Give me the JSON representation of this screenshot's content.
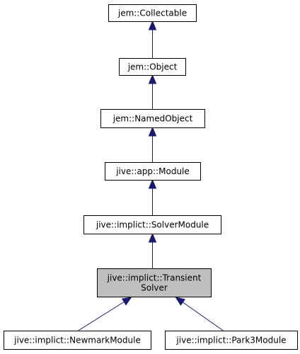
{
  "colors": {
    "edge": "#191970",
    "node_border": "#000000",
    "node_fill": "#ffffff",
    "focused_fill": "#bfbfbf"
  },
  "nodes": [
    {
      "id": "collectable",
      "lines": [
        "jem::Collectable"
      ],
      "focused": false,
      "link": true
    },
    {
      "id": "object",
      "lines": [
        "jem::Object"
      ],
      "focused": false,
      "link": true
    },
    {
      "id": "namedobject",
      "lines": [
        "jem::NamedObject"
      ],
      "focused": false,
      "link": true
    },
    {
      "id": "module",
      "lines": [
        "jive::app::Module"
      ],
      "focused": false,
      "link": true
    },
    {
      "id": "solvermodule",
      "lines": [
        "jive::implict::SolverModule"
      ],
      "focused": false,
      "link": true
    },
    {
      "id": "transientsolver",
      "lines": [
        "jive::implict::Transient",
        "Solver"
      ],
      "focused": true,
      "link": false
    },
    {
      "id": "newmarkmodule",
      "lines": [
        "jive::implict::NewmarkModule"
      ],
      "focused": false,
      "link": true
    },
    {
      "id": "park3module",
      "lines": [
        "jive::implict::Park3Module"
      ],
      "focused": false,
      "link": true
    }
  ],
  "edges": [
    {
      "from": "object",
      "to": "collectable"
    },
    {
      "from": "namedobject",
      "to": "object"
    },
    {
      "from": "module",
      "to": "namedobject"
    },
    {
      "from": "solvermodule",
      "to": "module"
    },
    {
      "from": "transientsolver",
      "to": "solvermodule"
    },
    {
      "from": "newmarkmodule",
      "to": "transientsolver"
    },
    {
      "from": "park3module",
      "to": "transientsolver"
    }
  ]
}
